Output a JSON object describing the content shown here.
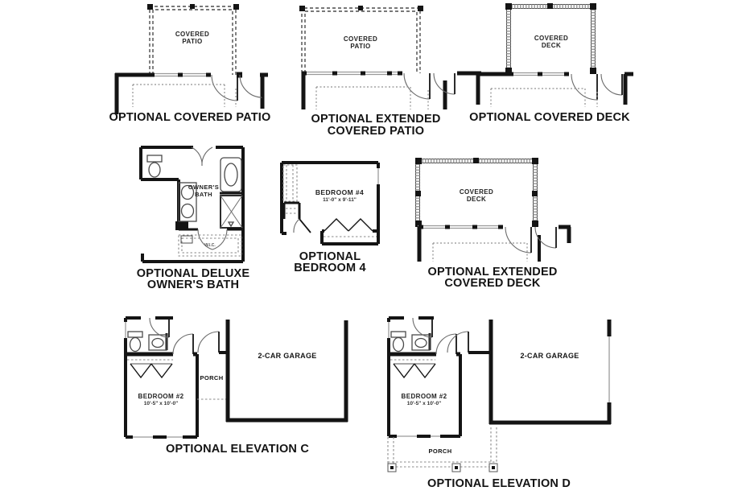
{
  "sheet": {
    "background": "#ffffff"
  },
  "colors": {
    "wall": "#141414",
    "dashed_optional_outline": "#4c4c4c",
    "dotted_previous_outline": "#909090",
    "window_line": "#9a9a9a"
  },
  "panels": {
    "covered_patio": {
      "room_line1": "COVERED",
      "room_line2": "PATIO",
      "title": "OPTIONAL COVERED PATIO"
    },
    "extended_covered_patio": {
      "room_line1": "COVERED",
      "room_line2": "PATIO",
      "title_line1": "OPTIONAL EXTENDED",
      "title_line2": "COVERED PATIO"
    },
    "covered_deck": {
      "room_line1": "COVERED",
      "room_line2": "DECK",
      "title": "OPTIONAL COVERED DECK"
    },
    "owners_bath": {
      "room_line1": "OWNER'S",
      "room_line2": "BATH",
      "wic": "W.I.C.",
      "title_line1": "OPTIONAL DELUXE",
      "title_line2": "OWNER'S BATH"
    },
    "bedroom_4": {
      "room": "BEDROOM #4",
      "dims": "11'-0\" x 9'-11\"",
      "title_line1": "OPTIONAL",
      "title_line2": "BEDROOM 4"
    },
    "extended_covered_deck": {
      "room_line1": "COVERED",
      "room_line2": "DECK",
      "title_line1": "OPTIONAL EXTENDED",
      "title_line2": "COVERED DECK"
    },
    "elevation_c": {
      "bedroom": "BEDROOM #2",
      "bedroom_dims": "10'-5\" x 10'-0\"",
      "porch": "PORCH",
      "garage": "2-CAR GARAGE",
      "title": "OPTIONAL ELEVATION C"
    },
    "elevation_d": {
      "bedroom": "BEDROOM #2",
      "bedroom_dims": "10'-5\" x 10'-0\"",
      "porch": "PORCH",
      "garage": "2-CAR GARAGE",
      "title": "OPTIONAL ELEVATION D"
    }
  }
}
